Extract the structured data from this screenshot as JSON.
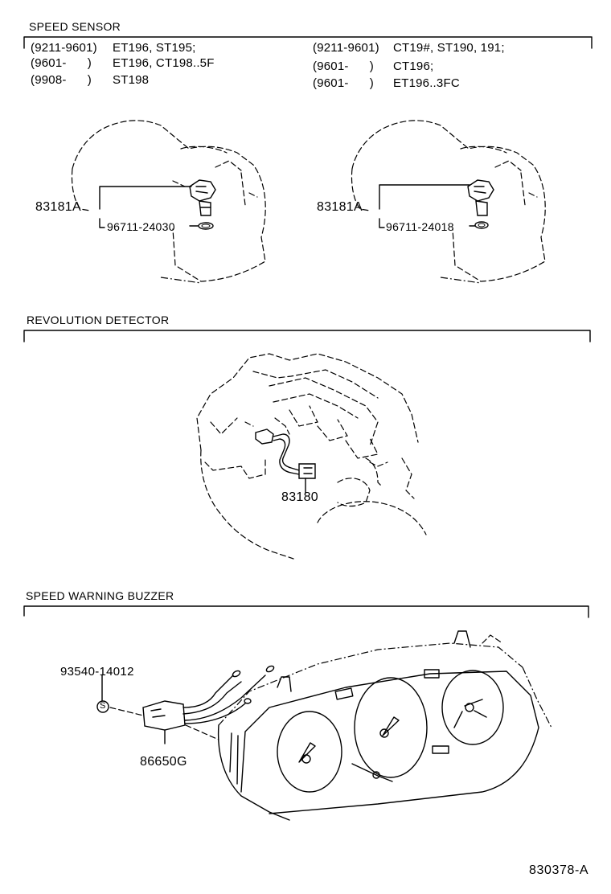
{
  "diagram_code": "830378-A",
  "sections": {
    "speed_sensor": {
      "title": "SPEED SENSOR",
      "left_applicability": [
        {
          "period": "(9211-9601)",
          "models": "ET196, ST195;"
        },
        {
          "period": "(9601-      )",
          "models": "ET196, CT198..5F"
        },
        {
          "period": "(9908-      )",
          "models": "ST198"
        }
      ],
      "right_applicability": [
        {
          "period": "(9211-9601)",
          "models": "CT19#, ST190, 191;"
        },
        {
          "period": "(9601-      )",
          "models": "CT196;"
        },
        {
          "period": "(9601-      )",
          "models": "ET196..3FC"
        }
      ],
      "left_parts": {
        "sensor": "83181A",
        "oring": "96711-24030"
      },
      "right_parts": {
        "sensor": "83181A",
        "oring": "96711-24018"
      }
    },
    "revolution_detector": {
      "title": "REVOLUTION DETECTOR",
      "parts": {
        "detector": "83180"
      }
    },
    "speed_warning_buzzer": {
      "title": "SPEED WARNING BUZZER",
      "parts": {
        "screw": "93540-14012",
        "screw_symbol": "S",
        "buzzer": "86650G"
      }
    }
  }
}
